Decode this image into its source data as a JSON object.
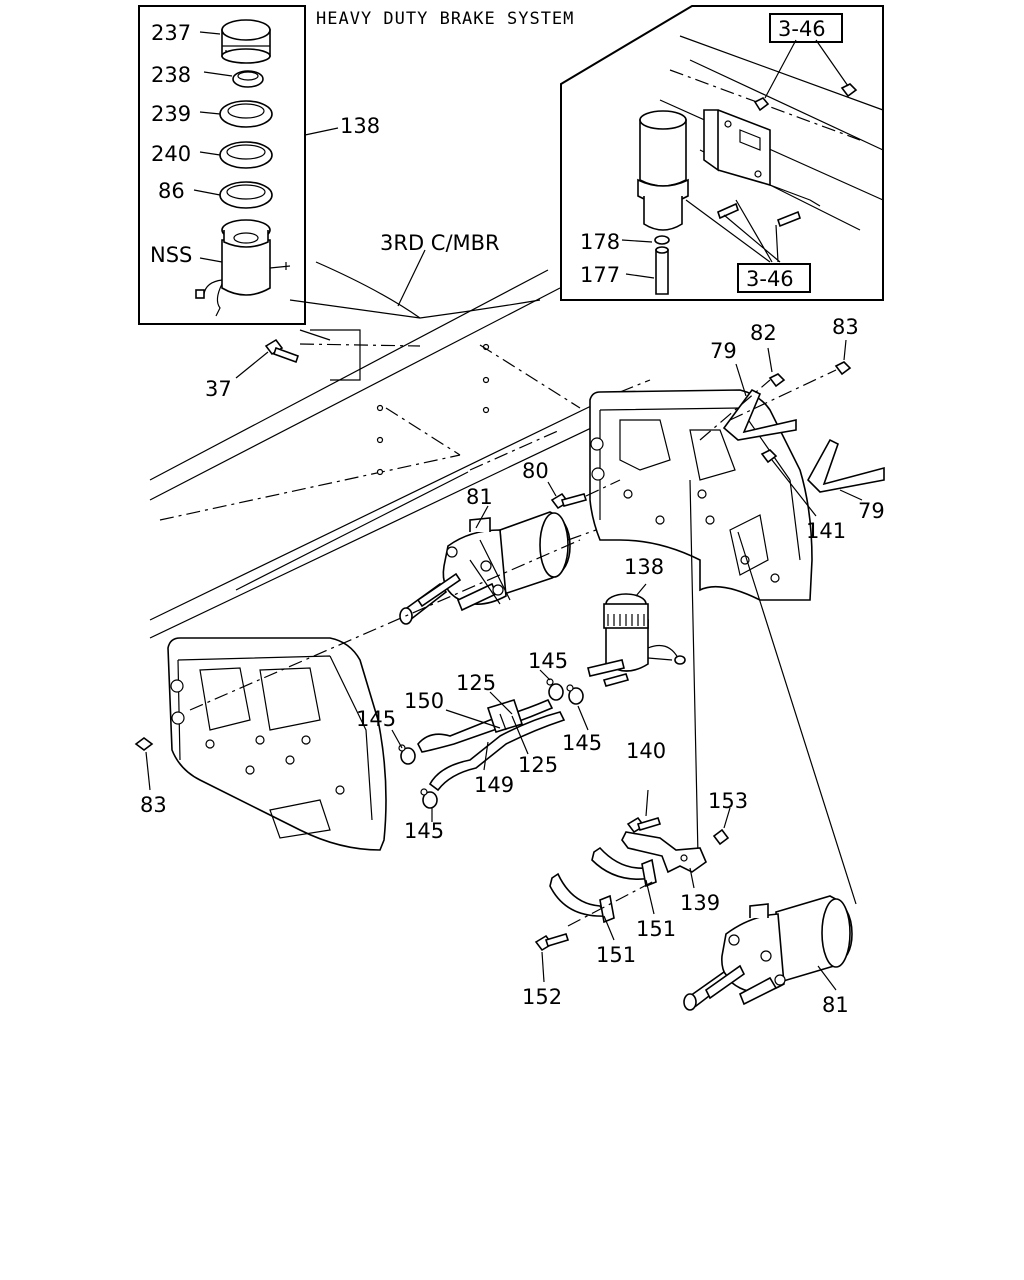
{
  "title": "HEAVY DUTY BRAKE SYSTEM",
  "note_crossmember": "3RD C/MBR",
  "ref_box_top": "3-46",
  "ref_box_bottom": "3-46",
  "inset_labels": {
    "p237": "237",
    "p238": "238",
    "p239": "239",
    "p240": "240",
    "p86": "86",
    "nss": "NSS",
    "p138": "138"
  },
  "labels": {
    "p178": "178",
    "p177": "177",
    "p37": "37",
    "p79a": "79",
    "p82": "82",
    "p83a": "83",
    "p80": "80",
    "p81a": "81",
    "p141": "141",
    "p79b": "79",
    "p138": "138",
    "p145a": "145",
    "p125a": "125",
    "p150": "150",
    "p145b": "145",
    "p145c": "145",
    "p125b": "125",
    "p149": "149",
    "p145d": "145",
    "p83b": "83",
    "p140": "140",
    "p153": "153",
    "p139": "139",
    "p151a": "151",
    "p151b": "151",
    "p152": "152",
    "p81b": "81"
  }
}
